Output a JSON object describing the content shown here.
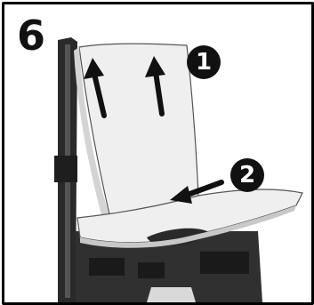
{
  "step": {
    "number": "6"
  },
  "callouts": [
    {
      "label": "1"
    },
    {
      "label": "2"
    }
  ],
  "colors": {
    "frame": "#000000",
    "seat": "#efefef",
    "seat_shade": "#d4d4d4",
    "frame_dark": "#2a2a2a",
    "arrow": "#111111"
  }
}
